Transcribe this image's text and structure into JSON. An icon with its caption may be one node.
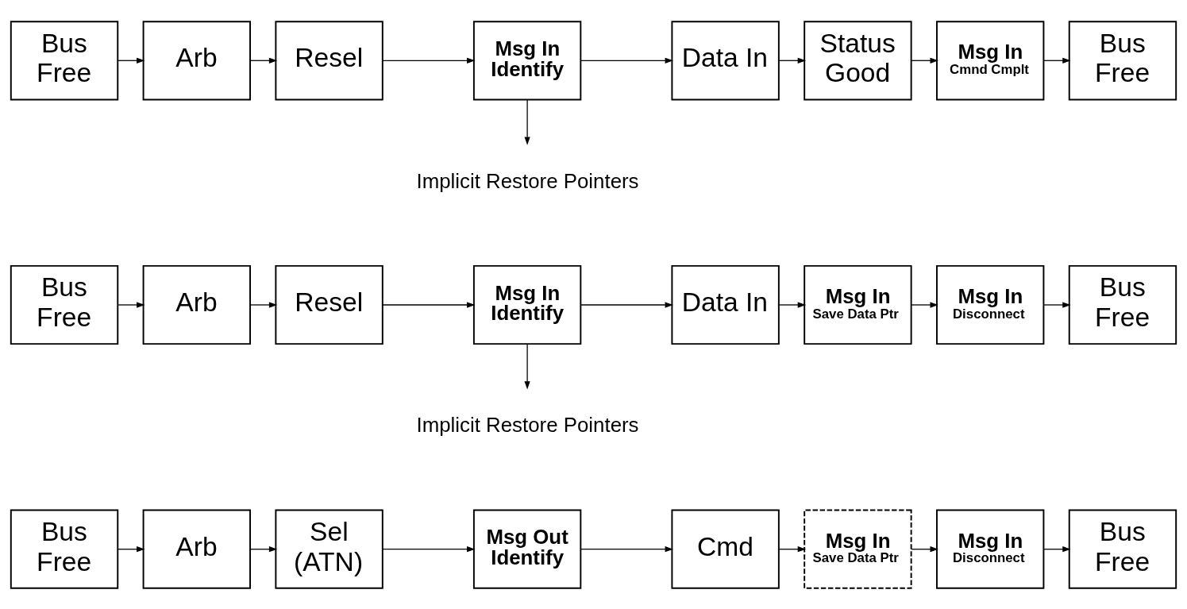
{
  "diagram": {
    "nodes": [
      {
        "text": [
          "Bus Free"
        ]
      },
      {
        "text": [
          "Arb"
        ]
      },
      {
        "text": [
          "Sel (ATN)"
        ]
      },
      {
        "text": [
          "Msg Out Identify"
        ]
      },
      {
        "text": [
          "Cmd"
        ]
      },
      {
        "text": [
          "Msg In",
          "Save Data Ptr"
        ]
      },
      {
        "text": [
          "Msg In",
          "Disconnect"
        ]
      },
      {
        "text": [
          "Bus Free"
        ]
      },
      {
        "text": [
          "Bus Free"
        ]
      },
      {
        "text": [
          "Arb"
        ]
      },
      {
        "text": [
          "Resel"
        ]
      },
      {
        "text": [
          "Msg In Identify"
        ]
      },
      {
        "text": [
          "Data In"
        ]
      },
      {
        "text": [
          "Msg In",
          "Save Data Ptr"
        ]
      },
      {
        "text": [
          "Msg In",
          "Disconnect"
        ]
      },
      {
        "text": [
          "Bus Free"
        ]
      },
      {
        "text": [
          "Implicit Restore Pointers"
        ]
      },
      {
        "text": [
          "Bus Free"
        ]
      },
      {
        "text": [
          "Arb"
        ]
      },
      {
        "text": [
          "Resel"
        ]
      },
      {
        "text": [
          "Msg In Identify"
        ]
      },
      {
        "text": [
          "Data In"
        ]
      },
      {
        "text": [
          "Status Good"
        ]
      },
      {
        "text": [
          "Msg In",
          "Cmnd Cmplt"
        ]
      },
      {
        "text": [
          "Bus Free"
        ]
      },
      {
        "text": [
          "Implicit Restore Pointers"
        ]
      }
    ],
    "edges": [
      {
        "from": 0,
        "to": 1,
        "arrow": "to"
      },
      {
        "from": 1,
        "to": 2,
        "arrow": "to"
      },
      {
        "from": 2,
        "to": 3,
        "arrow": "to"
      },
      {
        "from": 3,
        "to": 4,
        "arrow": "to"
      },
      {
        "from": 4,
        "to": 5,
        "arrow": "to"
      },
      {
        "from": 5,
        "to": 6,
        "arrow": "to"
      },
      {
        "from": 6,
        "to": 7,
        "arrow": "to"
      },
      {
        "from": 8,
        "to": 9,
        "arrow": "to"
      },
      {
        "from": 9,
        "to": 10,
        "arrow": "to"
      },
      {
        "from": 10,
        "to": 11,
        "arrow": "to"
      },
      {
        "from": 11,
        "to": 12,
        "arrow": "to"
      },
      {
        "from": 12,
        "to": 13,
        "arrow": "to"
      },
      {
        "from": 13,
        "to": 14,
        "arrow": "to"
      },
      {
        "from": 14,
        "to": 15,
        "arrow": "to"
      },
      {
        "from": 11,
        "to": 16,
        "arrow": "to"
      },
      {
        "from": 17,
        "to": 18,
        "arrow": "to"
      },
      {
        "from": 18,
        "to": 19,
        "arrow": "to"
      },
      {
        "from": 19,
        "to": 20,
        "arrow": "to"
      },
      {
        "from": 20,
        "to": 21,
        "arrow": "to"
      },
      {
        "from": 21,
        "to": 22,
        "arrow": "to"
      },
      {
        "from": 22,
        "to": 23,
        "arrow": "to"
      },
      {
        "from": 23,
        "to": 24,
        "arrow": "to"
      },
      {
        "from": 20,
        "to": 25,
        "arrow": "to"
      }
    ]
  }
}
